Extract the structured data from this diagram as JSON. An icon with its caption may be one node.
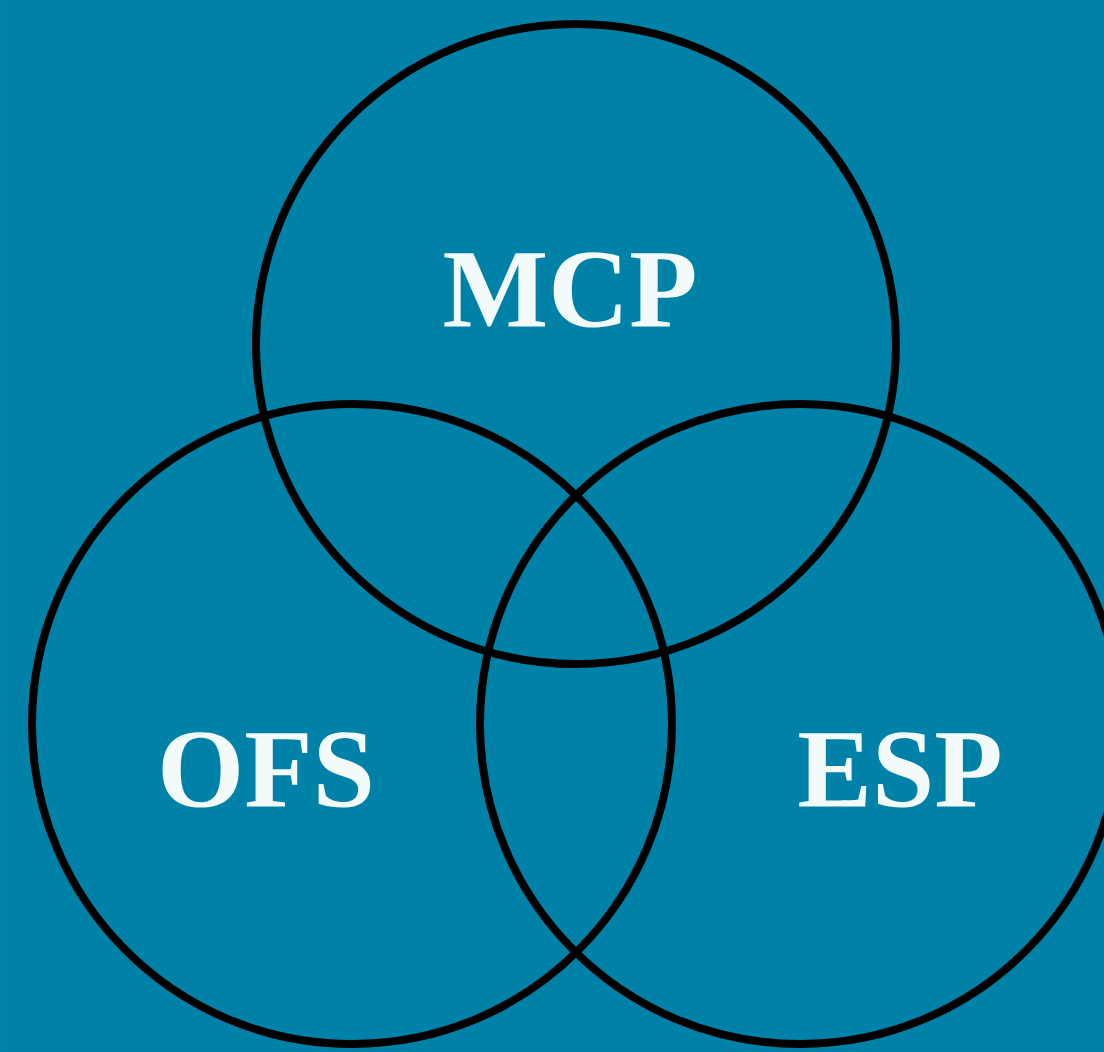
{
  "diagram": {
    "nodes": [
      {
        "text": [
          "MCP"
        ]
      },
      {
        "text": [
          "OFS"
        ]
      },
      {
        "text": [
          "ESP"
        ]
      }
    ]
  }
}
